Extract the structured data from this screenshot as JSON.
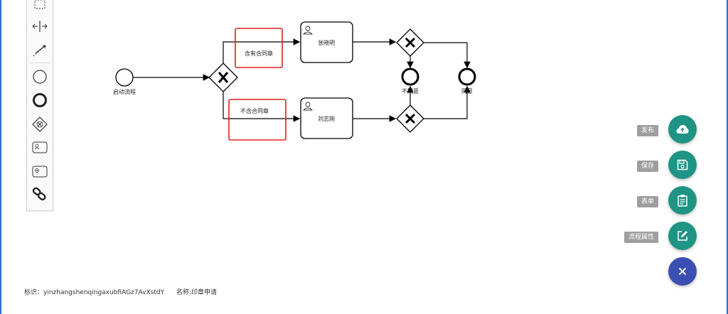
{
  "diagram": {
    "start_event_label": "启动流程",
    "annotation_top": "含有合同章",
    "annotation_bottom": "不含合同章",
    "task_top": "张晓明",
    "task_bottom": "刘志刚",
    "end_event_reject": "不同意",
    "end_event_agree": "同意"
  },
  "footer": {
    "id_text": "标识：yinzhangshenqingaxubfiAGz7AvXstdY",
    "name_text": "名称:印章申请"
  },
  "actions": {
    "publish_label": "发布",
    "save_label": "保存",
    "form_label": "表单",
    "properties_label": "流程属性"
  },
  "colors": {
    "fab_primary": "#1f9484",
    "fab_close": "#3b4fb2",
    "highlight_red": "#e02020",
    "frame_blue": "#2f6fd6"
  },
  "icons": {
    "publish": "cloud-upload-icon",
    "save": "floppy-disk-icon",
    "form": "clipboard-icon",
    "properties": "edit-icon",
    "close": "close-icon"
  }
}
